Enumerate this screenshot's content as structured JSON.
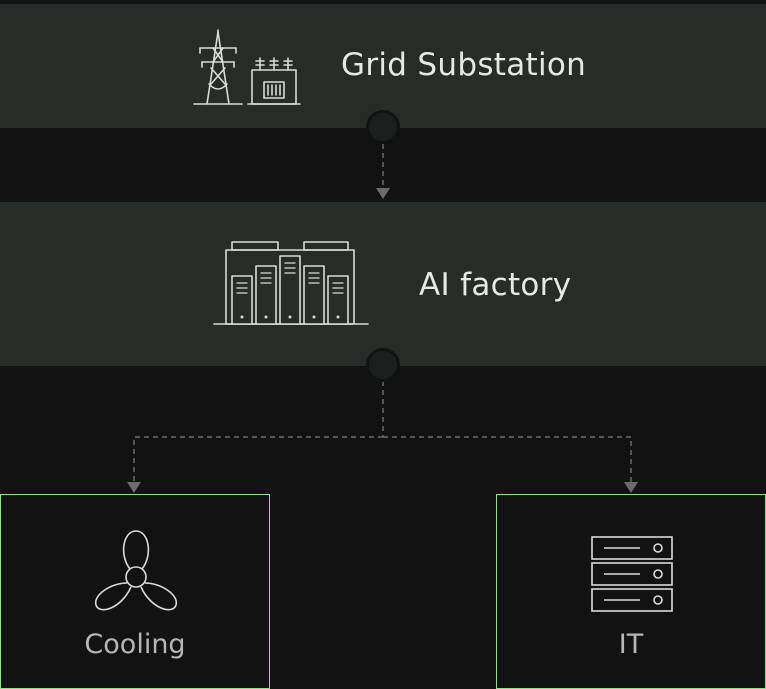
{
  "nodes": {
    "grid": {
      "label": "Grid Substation",
      "icon": "transmission-tower-icon"
    },
    "ai_factory": {
      "label": "AI factory",
      "icon": "data-center-icon"
    },
    "cooling": {
      "label": "Cooling",
      "icon": "fan-icon"
    },
    "it": {
      "label": "IT",
      "icon": "server-rack-icon"
    }
  },
  "colors": {
    "background": "#121212",
    "band": "#262c27",
    "accent": "#8fe08a",
    "connector": "#6b6b6b",
    "icon_stroke": "#d8dbd8"
  }
}
